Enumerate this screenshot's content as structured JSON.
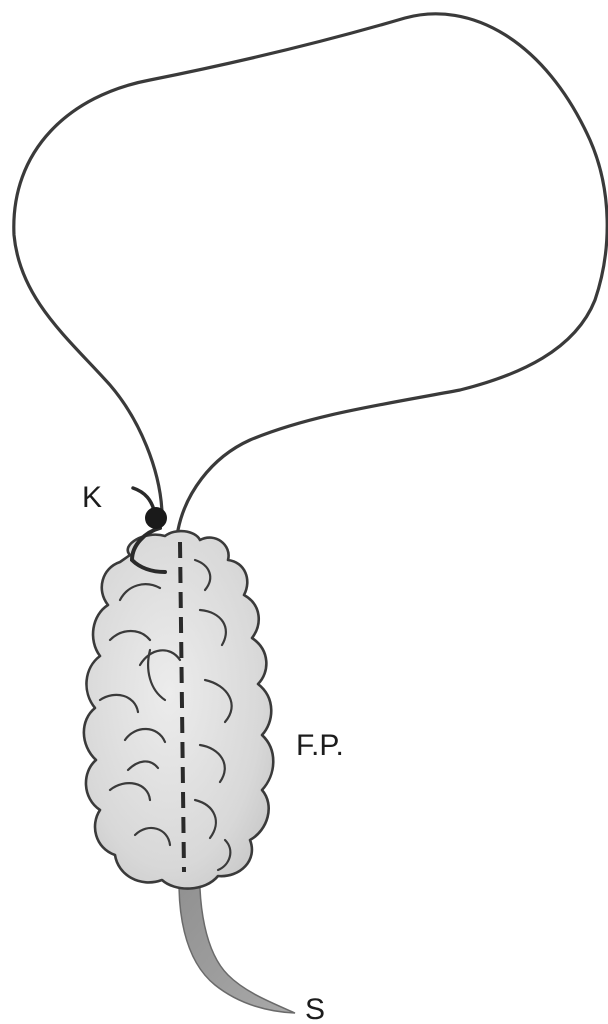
{
  "labels": {
    "knot": "K",
    "body": "F.P.",
    "stalk": "S"
  },
  "colors": {
    "line": "#3a3a3a",
    "body_fill_light": "#e6e6e6",
    "body_fill_mid": "#c9c9c9",
    "stalk_fill": "#9a9a9a",
    "background": "#ffffff"
  }
}
